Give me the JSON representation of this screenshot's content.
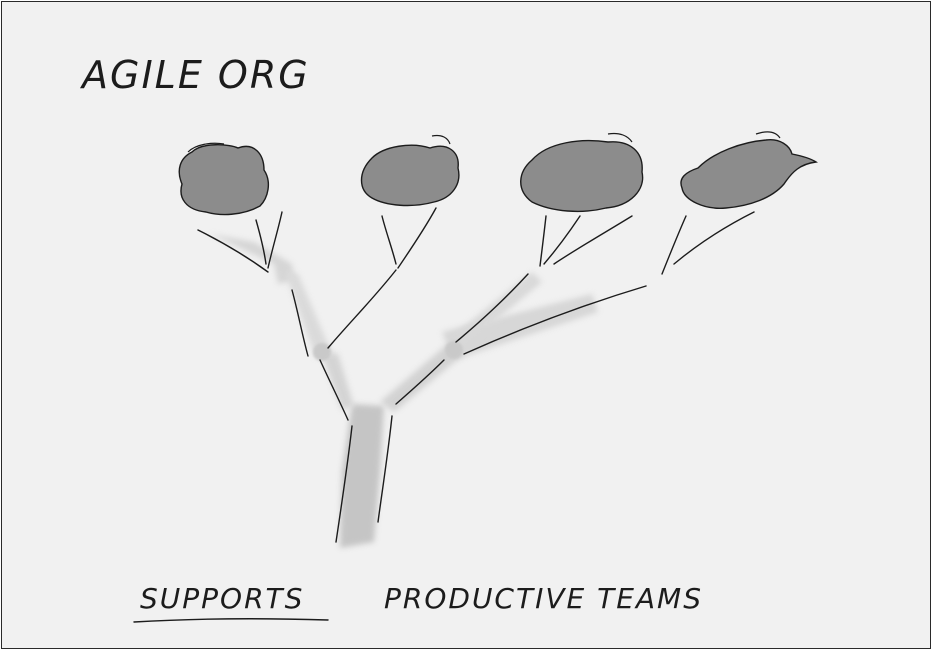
{
  "title": "AGILE ORG",
  "caption": {
    "emphasis": "SUPPORTS",
    "rest": "PRODUCTIVE TEAMS"
  },
  "colors": {
    "paper": "#f1f1f1",
    "ink": "#1c1c1c",
    "canopy": "#8e8e8e",
    "wash": "#c4c4c4"
  }
}
